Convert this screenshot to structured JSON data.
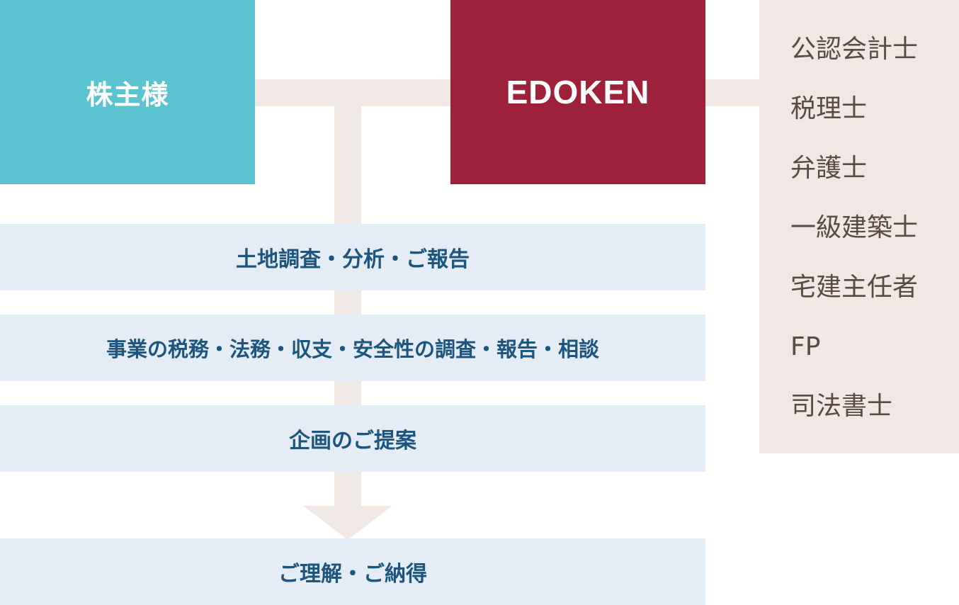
{
  "shareholder": {
    "label": "株主様"
  },
  "company": {
    "label": "EDOKEN"
  },
  "steps": [
    {
      "label": "土地調査・分析・ご報告"
    },
    {
      "label": "事業の税務・法務・収支・安全性の調査・報告・相談"
    },
    {
      "label": "企画のご提案"
    }
  ],
  "result": {
    "label": "ご理解・ご納得"
  },
  "experts": [
    "公認会計士",
    "税理士",
    "弁護士",
    "一級建築士",
    "宅建主任者",
    "FP",
    "司法書士"
  ],
  "colors": {
    "shareholder_bg": "#5bc2cf",
    "company_bg": "#9e213b",
    "step_bg": "#e4edf6",
    "step_text": "#1d557e",
    "connector": "#efe8e5",
    "expert_text": "#5a4a40"
  }
}
